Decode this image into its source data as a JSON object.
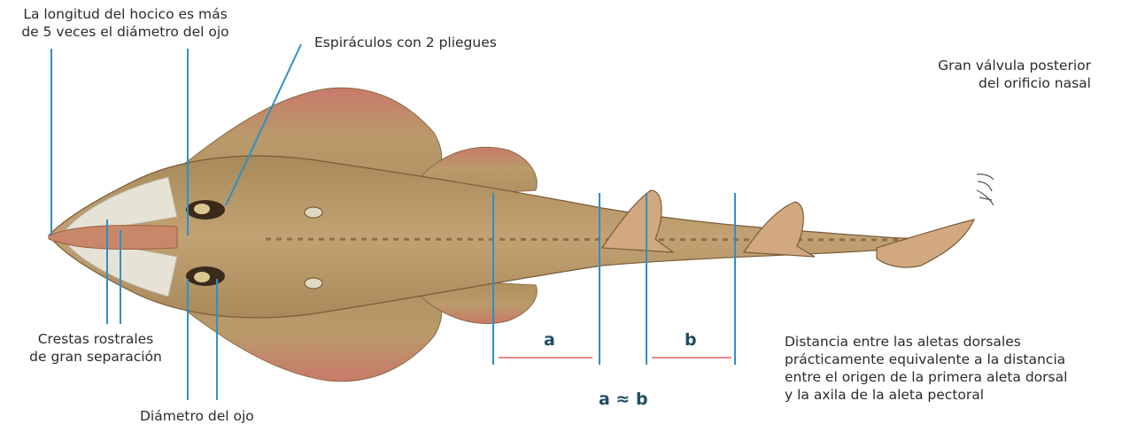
{
  "labels": {
    "snout": [
      "La longitud del hocico es más",
      "de 5 veces el diámetro del ojo"
    ],
    "spiracles": "Espiráculos con 2 pliegues",
    "nasal_valve": [
      "Gran válvula posterior",
      "del orificio nasal"
    ],
    "rostral": [
      "Crestas rostrales",
      "de gran separación"
    ],
    "eye": "Diámetro del ojo",
    "distance": [
      "Distancia entre las aletas dorsales",
      "prácticamente  equivalente a la distancia",
      "entre el origen de la primera aleta  dorsal",
      "y la axila de la aleta pectoral"
    ],
    "a": "a",
    "b": "b",
    "a_approx_b": "a ≈ b"
  },
  "colors": {
    "pointer_line": "#2f8fc7",
    "measure_line": "#e88c86",
    "bold_text": "#1f4e63",
    "body": "#b89a6a",
    "fin_edge": "#c87060",
    "rostral_cartilage": "#e6e2d6"
  }
}
